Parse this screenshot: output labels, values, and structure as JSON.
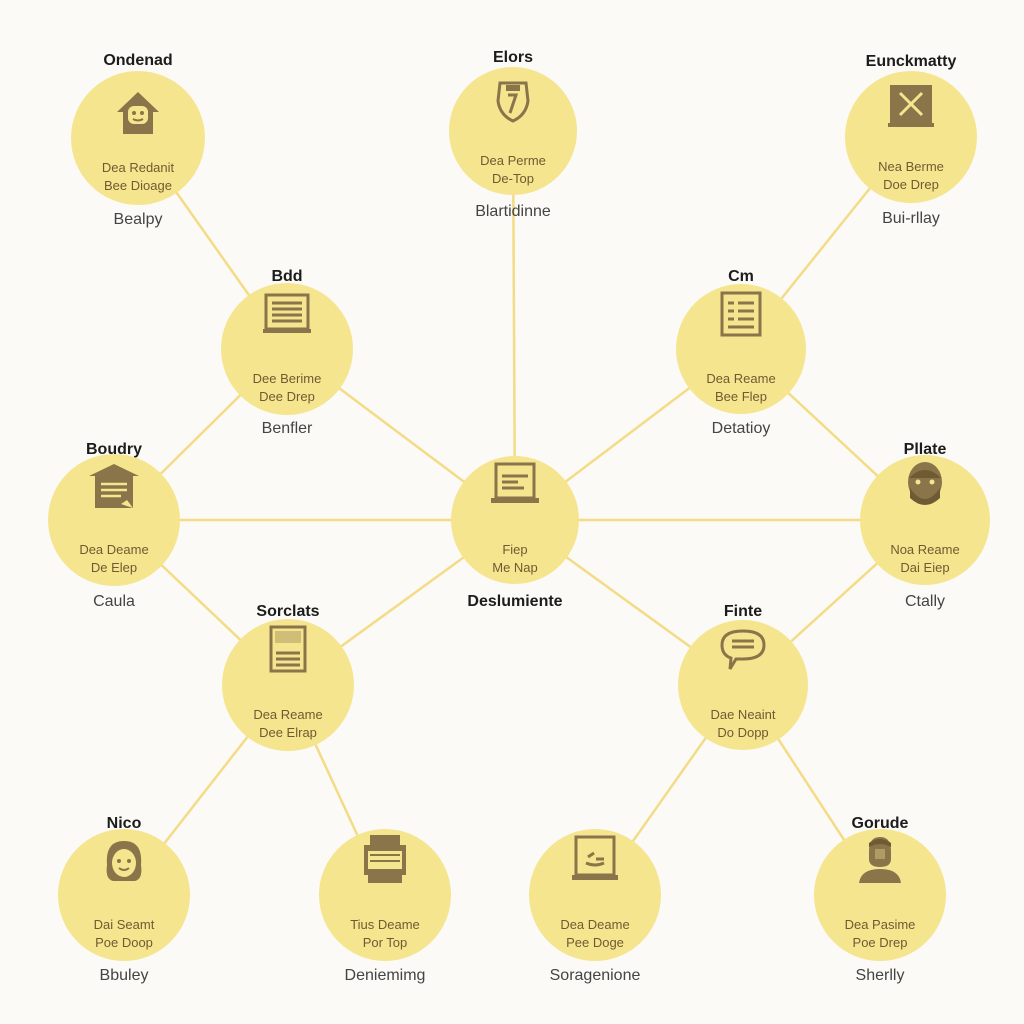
{
  "colors": {
    "background": "#fbfaf6",
    "node_fill": "#f6e58f",
    "edge": "#f3dc85",
    "icon": "#8a744a",
    "label_text": "#6f5b32"
  },
  "nodes": [
    {
      "id": "ondenad",
      "title": "Ondenad",
      "line1": "Dea Redanit",
      "line2": "Bee Dioage",
      "sub": "Bealpy",
      "icon": "house-icon"
    },
    {
      "id": "elors",
      "title": "Elors",
      "line1": "Dea Perme",
      "line2": "De-Top",
      "sub": "Blartidinne",
      "icon": "shield-icon"
    },
    {
      "id": "eunckmatty",
      "title": "Eunckmatty",
      "line1": "Nea Berme",
      "line2": "Doe Drep",
      "sub": "Bui-rllay",
      "icon": "close-box-icon"
    },
    {
      "id": "bdd",
      "title": "Bdd",
      "line1": "Dee Berime",
      "line2": "Dee Drep",
      "sub": "Benfler",
      "icon": "document-icon"
    },
    {
      "id": "cm",
      "title": "Cm",
      "line1": "Dea Reame",
      "line2": "Bee Flep",
      "sub": "Detatioy",
      "icon": "list-icon"
    },
    {
      "id": "boudry",
      "title": "Boudry",
      "line1": "Dea Deame",
      "line2": "De Elep",
      "sub": "Caula",
      "icon": "notes-icon"
    },
    {
      "id": "desluniente",
      "title": "",
      "line1": "Fiep",
      "line2": "Me Nap",
      "sub": "",
      "icon": "laptop-icon"
    },
    {
      "id": "pllate",
      "title": "Pllate",
      "line1": "Noa Reame",
      "line2": "Dai Eiep",
      "sub": "Ctally",
      "icon": "face-icon"
    },
    {
      "id": "sorclats",
      "title": "Sorclats",
      "line1": "Dea Reame",
      "line2": "Dee Elrap",
      "sub": "",
      "icon": "tablet-icon"
    },
    {
      "id": "finte",
      "title": "Finte",
      "line1": "Dae Neaint",
      "line2": "Do Dopp",
      "sub": "",
      "icon": "chat-icon"
    },
    {
      "id": "nico",
      "title": "Nico",
      "line1": "Dai Seamt",
      "line2": "Poe Doop",
      "sub": "Bbuley",
      "icon": "person-icon"
    },
    {
      "id": "tius",
      "title": "",
      "line1": "Tius Deame",
      "line2": "Por Top",
      "sub": "Deniemimg",
      "icon": "printer-icon"
    },
    {
      "id": "soragenione",
      "title": "",
      "line1": "Dea Deame",
      "line2": "Pee Doge",
      "sub": "Soragenione",
      "icon": "monitor-icon"
    },
    {
      "id": "gorude",
      "title": "Gorude",
      "line1": "Dea Pasime",
      "line2": "Poe Drep",
      "sub": "Sherlly",
      "icon": "user-icon"
    }
  ],
  "center_caption": "Deslumiente",
  "edges": [
    [
      "ondenad",
      "bdd"
    ],
    [
      "bdd",
      "boudry"
    ],
    [
      "bdd",
      "desluniente"
    ],
    [
      "elors",
      "desluniente"
    ],
    [
      "eunckmatty",
      "cm"
    ],
    [
      "cm",
      "desluniente"
    ],
    [
      "cm",
      "pllate"
    ],
    [
      "boudry",
      "desluniente"
    ],
    [
      "desluniente",
      "pllate"
    ],
    [
      "boudry",
      "sorclats"
    ],
    [
      "sorclats",
      "desluniente"
    ],
    [
      "desluniente",
      "finte"
    ],
    [
      "pllate",
      "finte"
    ],
    [
      "sorclats",
      "nico"
    ],
    [
      "sorclats",
      "tius"
    ],
    [
      "finte",
      "soragenione"
    ],
    [
      "finte",
      "gorude"
    ]
  ]
}
